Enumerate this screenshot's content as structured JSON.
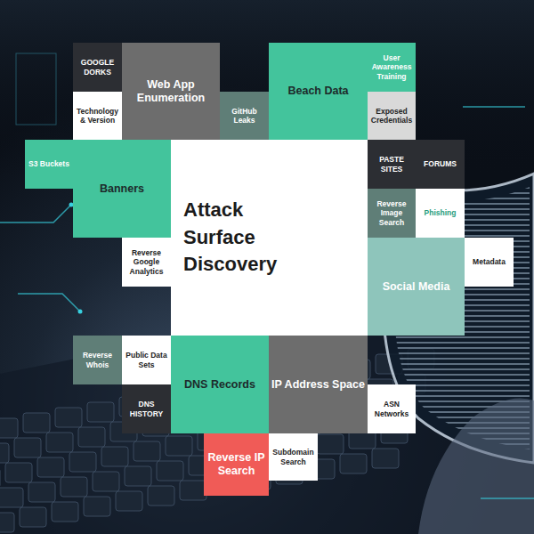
{
  "diagram": {
    "nodes": [
      {
        "text": [
          "GOOGLE DORKS"
        ]
      },
      {
        "text": [
          "Web App Enumeration"
        ]
      },
      {
        "text": [
          "Beach Data"
        ]
      },
      {
        "text": [
          "User Awareness Training"
        ]
      },
      {
        "text": [
          "Technology & Version"
        ]
      },
      {
        "text": [
          "GitHub Leaks"
        ]
      },
      {
        "text": [
          "Exposed Credentials"
        ]
      },
      {
        "text": [
          "S3 Buckets"
        ]
      },
      {
        "text": [
          "Banners"
        ]
      },
      {
        "text": [
          "Attack Surface Discovery"
        ]
      },
      {
        "text": [
          "PASTE SITES"
        ]
      },
      {
        "text": [
          "FORUMS"
        ]
      },
      {
        "text": [
          "Reverse Image Search"
        ]
      },
      {
        "text": [
          "Phishing"
        ]
      },
      {
        "text": [
          "Reverse Google Analytics"
        ]
      },
      {
        "text": [
          "Social Media"
        ]
      },
      {
        "text": [
          "Metadata"
        ]
      },
      {
        "text": [
          "Reverse Whois"
        ]
      },
      {
        "text": [
          "Public Data Sets"
        ]
      },
      {
        "text": [
          "DNS Records"
        ]
      },
      {
        "text": [
          "IP Address Space"
        ]
      },
      {
        "text": [
          "DNS HISTORY"
        ]
      },
      {
        "text": [
          "ASN Networks"
        ]
      },
      {
        "text": [
          "Reverse IP Search"
        ]
      },
      {
        "text": [
          "Subdomain Search"
        ]
      }
    ]
  }
}
